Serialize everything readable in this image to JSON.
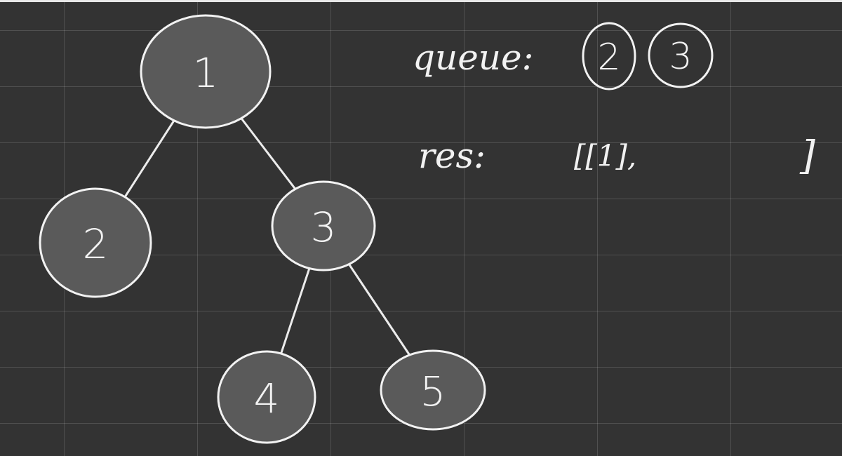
{
  "tree": {
    "nodes": [
      {
        "id": "1",
        "label": "1"
      },
      {
        "id": "2",
        "label": "2"
      },
      {
        "id": "3",
        "label": "3"
      },
      {
        "id": "4",
        "label": "4"
      },
      {
        "id": "5",
        "label": "5"
      }
    ],
    "edges": [
      [
        "1",
        "2"
      ],
      [
        "1",
        "3"
      ],
      [
        "3",
        "4"
      ],
      [
        "3",
        "5"
      ]
    ]
  },
  "notes": {
    "queue_label": "queue:",
    "queue_items": [
      "2",
      "3"
    ],
    "res_label": "res:",
    "res_value": "[[1],",
    "res_close": "]"
  },
  "colors": {
    "background": "#333333",
    "node_fill": "#5a5a5a",
    "ink": "#f2f2f2"
  }
}
